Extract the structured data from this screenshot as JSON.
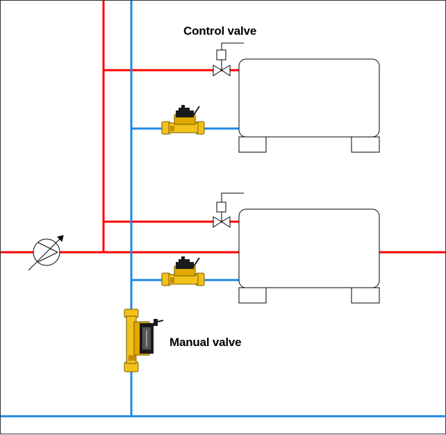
{
  "labels": {
    "control_valve": "Control valve",
    "manual_valve": "Manual valve"
  },
  "colors": {
    "supply": "#ff0000",
    "return": "#1e88e5",
    "valve_body": "#f2c21b",
    "valve_dark": "#1a1a1a",
    "outline": "#000000"
  },
  "components": {
    "circuit_count": 2,
    "pump_icon": "pump-symbol-icon",
    "control_valve_icon": "two-way-valve-actuator-icon",
    "balancing_valve_icon": "balancing-valve-icon",
    "terminal_unit_icon": "terminal-unit-icon"
  }
}
